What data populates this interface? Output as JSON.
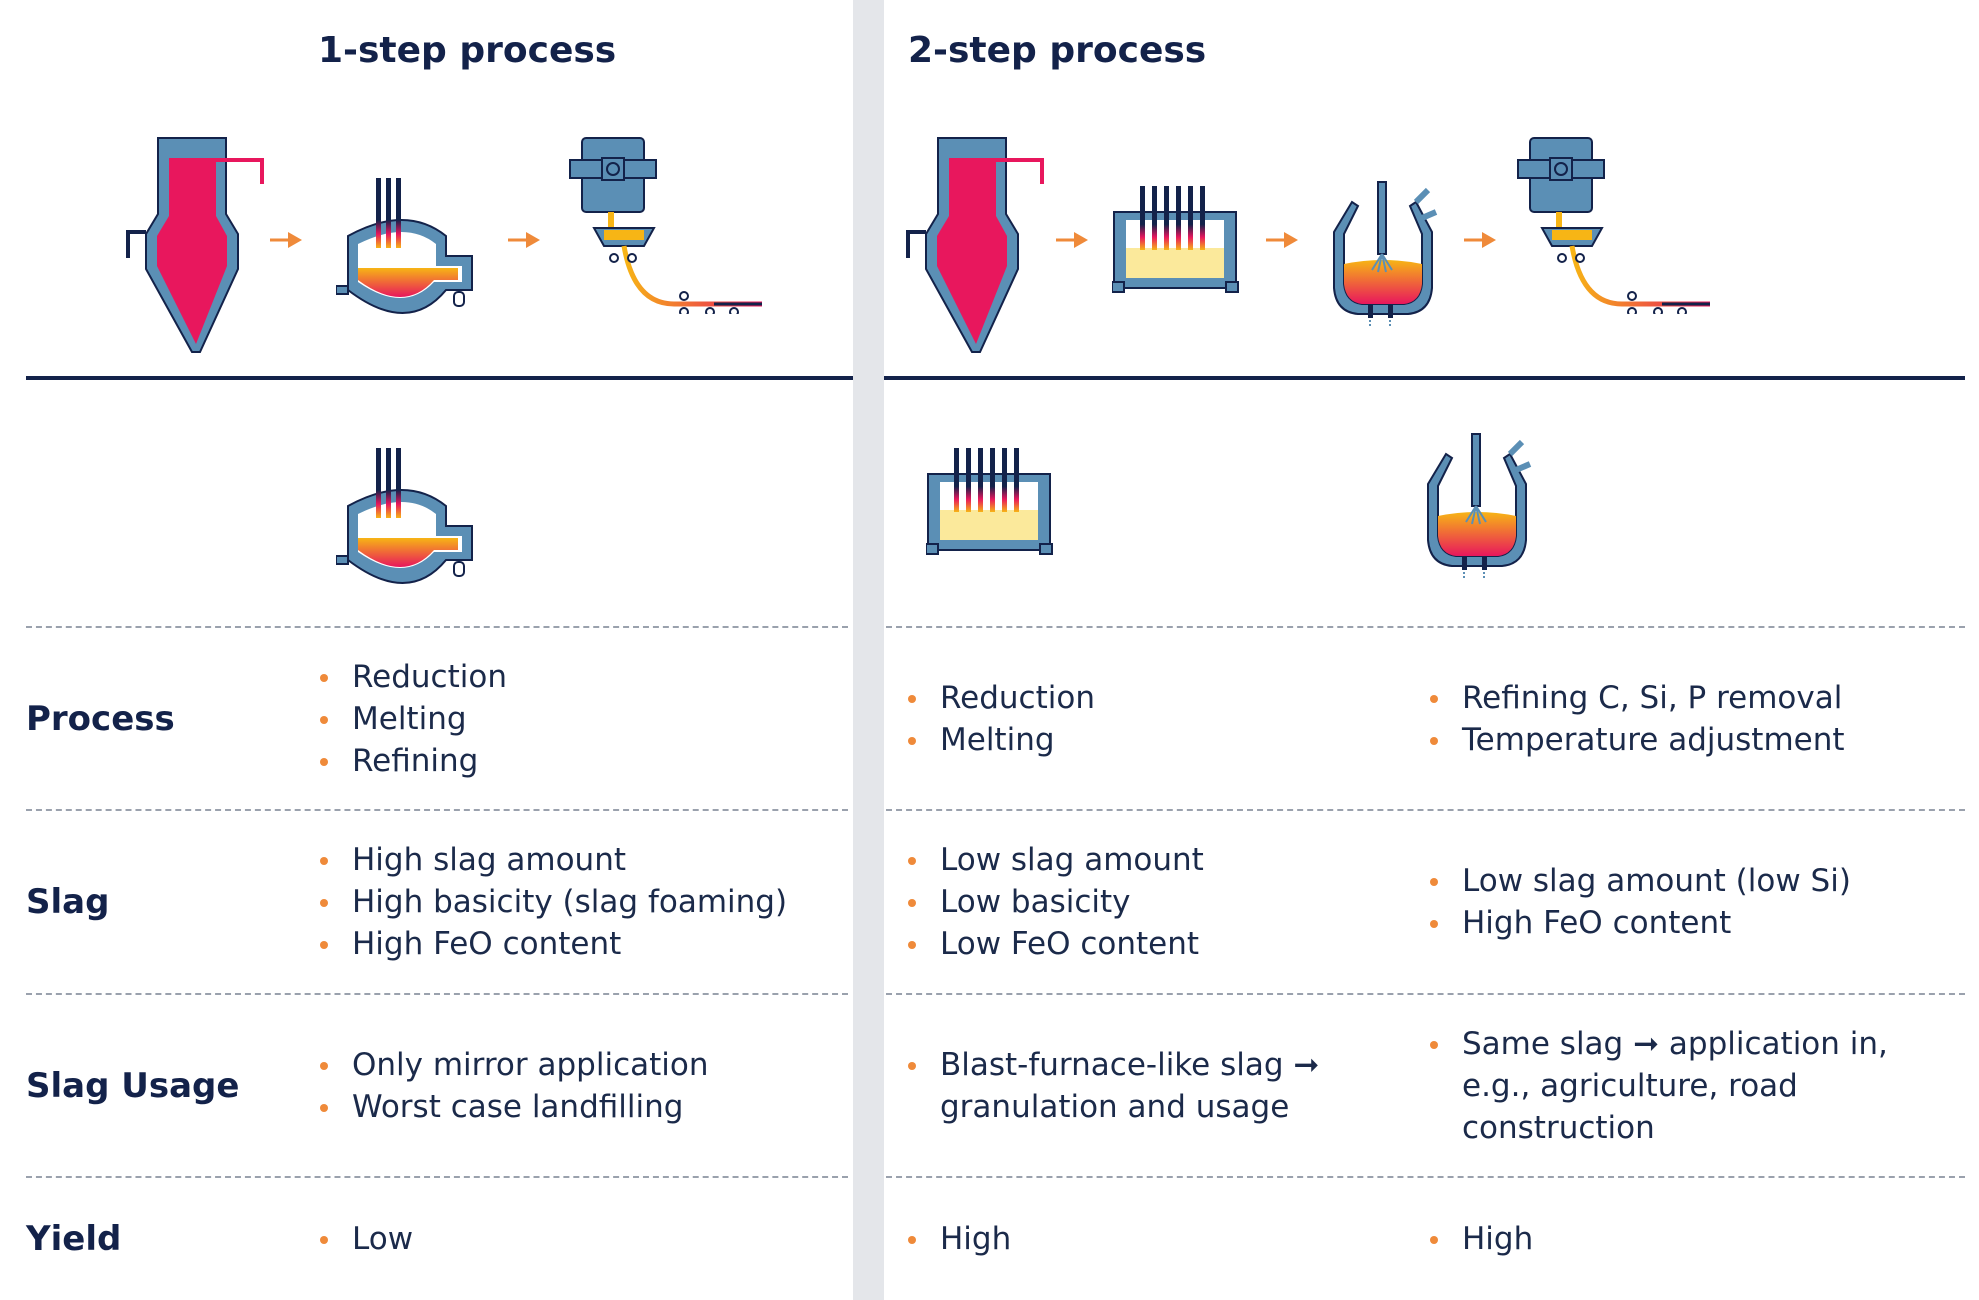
{
  "columns": {
    "one_step": {
      "title": "1-step process"
    },
    "two_step": {
      "title": "2-step process"
    }
  },
  "icons": {
    "one_step_chain": [
      "blast-furnace-icon",
      "arc-furnace-icon",
      "continuous-caster-icon"
    ],
    "two_step_chain": [
      "blast-furnace-icon",
      "submerged-arc-furnace-icon",
      "converter-icon",
      "continuous-caster-icon"
    ],
    "colors": {
      "vessel": "#5b8fb5",
      "outline": "#13224a",
      "hot_metal": "#e8175d",
      "molten": "#f7b515",
      "arrow": "#ef8a3a",
      "charge": "#fbe99b",
      "bullet": "#ef8a3a"
    }
  },
  "rows": {
    "process": {
      "label": "Process",
      "one_step": [
        "Reduction",
        "Melting",
        "Refining"
      ],
      "two_step_a": [
        "Reduction",
        "Melting"
      ],
      "two_step_b": [
        "Refining C, Si, P removal",
        "Temperature adjustment"
      ]
    },
    "slag": {
      "label": "Slag",
      "one_step": [
        "High slag amount",
        "High basicity (slag foaming)",
        "High FeO content"
      ],
      "two_step_a": [
        "Low slag amount",
        "Low basicity",
        "Low FeO content"
      ],
      "two_step_b": [
        "Low slag amount (low Si)",
        "High FeO content"
      ]
    },
    "slag_usage": {
      "label": "Slag Usage",
      "one_step": [
        "Only mirror application",
        "Worst case landfilling"
      ],
      "two_step_a": [
        "Blast-furnace-like slag ➞ granulation and usage"
      ],
      "two_step_b": [
        "Same slag ➞ application in, e.g., agriculture, road construction"
      ]
    },
    "yield": {
      "label": "Yield",
      "one_step": [
        "Low"
      ],
      "two_step_a": [
        "High"
      ],
      "two_step_b": [
        "High"
      ]
    }
  }
}
